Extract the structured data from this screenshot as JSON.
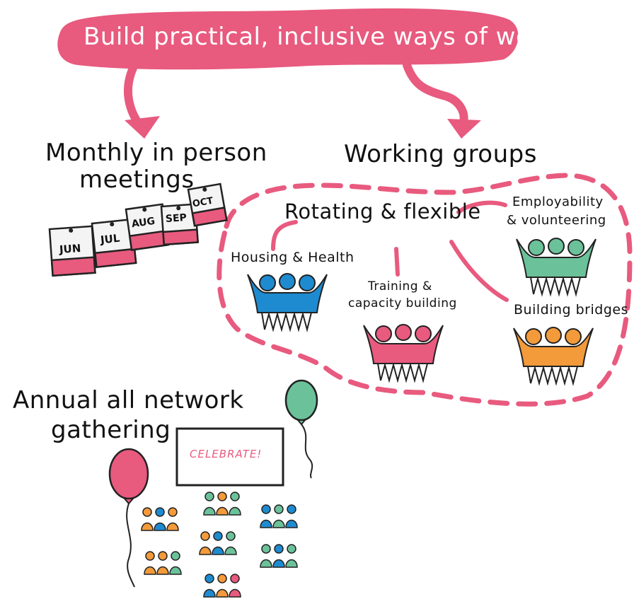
{
  "banner": {
    "title": "Build practical, inclusive ways  of working",
    "color": "#E85A7E"
  },
  "monthly": {
    "title_line1": "Monthly  in person",
    "title_line2": "meetings",
    "months": [
      "JUN",
      "JUL",
      "AUG",
      "SEP",
      "OCT"
    ]
  },
  "working_groups": {
    "title": "Working groups",
    "subtitle": "Rotating & flexible",
    "groups": [
      {
        "label": "Housing & Health",
        "color": "#1E8BD0"
      },
      {
        "label_line1": "Training &",
        "label_line2": "capacity building",
        "color": "#E85A7E"
      },
      {
        "label_line1": "Employability",
        "label_line2": "& volunteering",
        "color": "#6BC29A"
      },
      {
        "label": "Building bridges",
        "color": "#F39A3A"
      }
    ]
  },
  "annual": {
    "title_line1": "Annual  all  network",
    "title_line2": "gathering",
    "screen_text": "CELEBRATE!"
  },
  "colors": {
    "pink": "#E85A7E",
    "blue": "#1E8BD0",
    "green": "#6BC29A",
    "orange": "#F39A3A"
  }
}
